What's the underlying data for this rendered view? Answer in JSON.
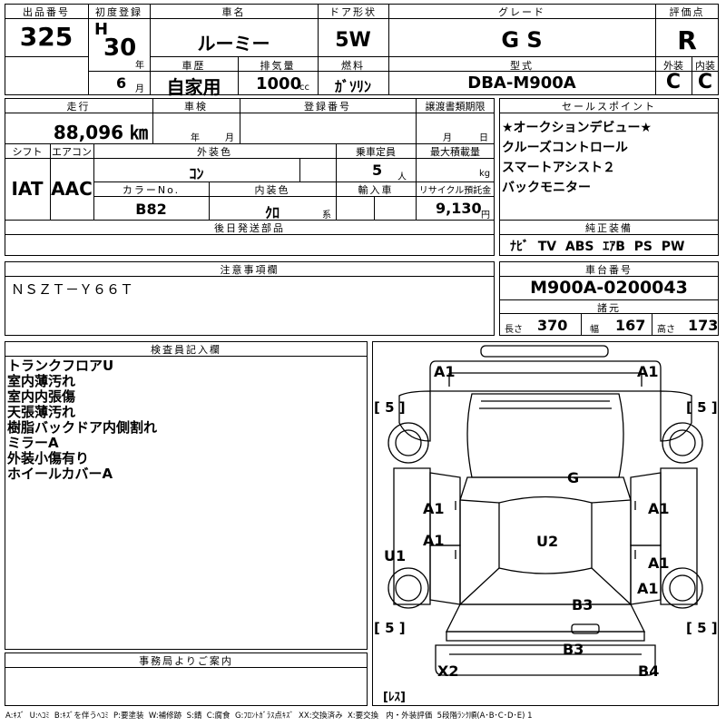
{
  "header": {
    "lot_no_label": "出品番号",
    "lot_no": "325",
    "first_reg_label": "初度登録",
    "era": "H",
    "year": "30",
    "year_unit": "年",
    "month": "6",
    "month_unit": "月",
    "car_name_label": "車名",
    "car_name": "ルーミー",
    "history_label": "車歴",
    "history": "自家用",
    "displacement_label": "排気量",
    "displacement": "1000",
    "displacement_unit": "cc",
    "door_label": "ドア形状",
    "door": "5W",
    "fuel_label": "燃料",
    "fuel": "ｶﾞｿﾘﾝ",
    "grade_label": "グレード",
    "grade": "G S",
    "model_label": "型式",
    "model": "DBA-M900A",
    "score_label": "評価点",
    "score": "R",
    "exterior_label": "外装",
    "exterior": "C",
    "interior_label": "内装",
    "interior": "C"
  },
  "details": {
    "mileage_label": "走行",
    "mileage": "88,096 ㎞",
    "inspection_label": "車検",
    "insp_year_unit": "年",
    "insp_month_unit": "月",
    "reg_no_label": "登録番号",
    "transfer_label": "譲渡書類期限",
    "transfer_month_unit": "月",
    "transfer_day_unit": "日",
    "shift_label": "シフト",
    "shift": "IAT",
    "aircon_label": "エアコン",
    "aircon": "AAC",
    "ext_color_label": "外装色",
    "ext_color": "ｺﾝ",
    "capacity_label": "乗車定員",
    "capacity": "5",
    "capacity_unit": "人",
    "max_load_label": "最大積載量",
    "max_load_unit": "kg",
    "color_no_label": "カラーNo.",
    "color_no": "B82",
    "int_color_label": "内装色",
    "int_color": "ｸﾛ",
    "int_color_unit": "系",
    "import_label": "輸入車",
    "recycle_label": "リサイクル預託金",
    "recycle": "9,130",
    "recycle_unit": "円",
    "later_parts_label": "後日発送部品"
  },
  "sales_points": {
    "label": "セールスポイント",
    "items": [
      "★オークションデビュー★",
      "クルーズコントロール",
      "スマートアシスト２",
      "バックモニター"
    ]
  },
  "equipment": {
    "label": "純正装備",
    "value": "ﾅﾋﾞ  TV  ABS  ｴｱB  PS  PW"
  },
  "notes": {
    "label": "注意事項欄",
    "text": "ＮＳＺＴ－Ｙ６６Ｔ"
  },
  "chassis": {
    "label": "車台番号",
    "value": "M900A-0200043",
    "spec_label": "諸元",
    "length_label": "長さ",
    "length": "370",
    "width_label": "幅",
    "width": "167",
    "height_label": "高さ",
    "height": "173"
  },
  "inspector": {
    "label": "検査員記入欄",
    "lines": [
      "トランクフロアU",
      "室内薄汚れ",
      "室内内張傷",
      "天張薄汚れ",
      "樹脂バックドア内側割れ",
      "ミラーA",
      "外装小傷有り",
      "ホイールカバーA"
    ]
  },
  "office": {
    "label": "事務局よりご案内"
  },
  "diagram": {
    "a1_front_left": "A1",
    "a1_front_right": "A1",
    "tire_fl": "[ 5 ]",
    "tire_fr": "[ 5 ]",
    "tire_rl": "[ 5 ]",
    "tire_rr": "[ 5 ]",
    "g_mark": "G",
    "a1_left_door_front": "A1",
    "a1_left_door_rear": "A1",
    "a1_right_door_front": "A1",
    "a1_right_door_rear": "A1",
    "a1_right_rear": "A1",
    "u2_roof": "U2",
    "u1_left": "U1",
    "b3_upper": "B3",
    "b3_lower": "B3",
    "x2_mark": "X2",
    "b4_mark": "B4",
    "less_mark": "[ﾚｽ]"
  },
  "legend": "A:ｷｽﾞ  U:ﾍｺﾐ  B:ｷｽﾞを伴うﾍｺﾐ  P:要塗装  W:補修跡  S:錆  C:腐食  G:ﾌﾛﾝﾄｶﾞﾗｽ点ｷｽﾞ  XX:交換済み  X:要交換   内・外装評価  5段階ﾗﾝｸ順(A･B･C･D･E) 1"
}
